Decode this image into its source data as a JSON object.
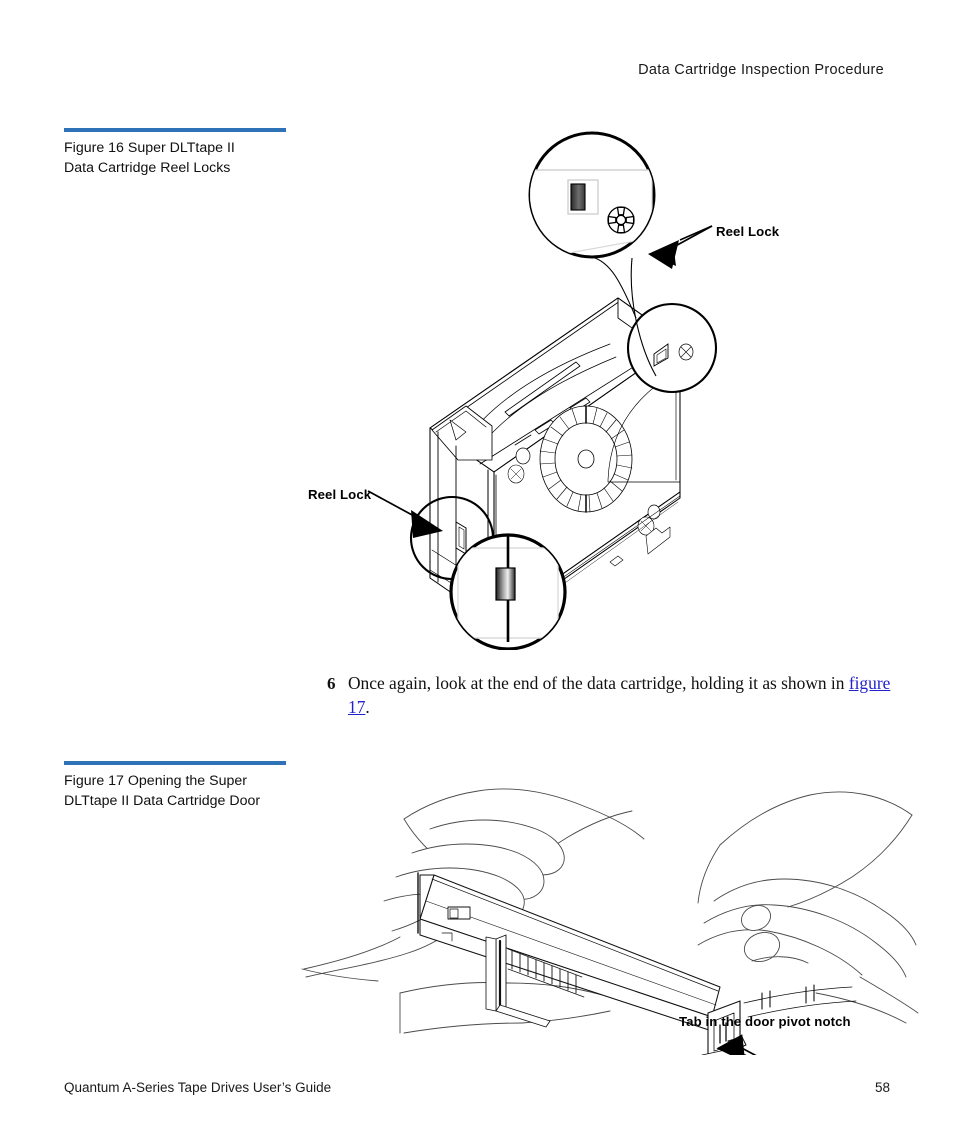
{
  "header": {
    "running_head": "Data Cartridge Inspection Procedure"
  },
  "figures": [
    {
      "id": "figure-16",
      "caption_line1": "Figure 16  Super DLTtape II",
      "caption_line2": "Data Cartridge Reel Locks",
      "rule_color": "#2f72b8",
      "callouts": [
        {
          "name": "reel-lock-top",
          "label": "Reel Lock"
        },
        {
          "name": "reel-lock-bottom",
          "label": "Reel Lock"
        }
      ],
      "artwork": "isometric line drawing of a Super DLTtape II data cartridge with two magnifier circles showing the reel lock positions"
    },
    {
      "id": "figure-17",
      "caption_line1": "Figure 17  Opening the Super",
      "caption_line2": "DLTtape II Data Cartridge Door",
      "rule_color": "#2f72b8",
      "callouts": [
        {
          "name": "tab-door-pivot-notch",
          "label": "Tab in the door pivot notch"
        }
      ],
      "artwork": "line drawing of two hands holding a data cartridge and opening its door"
    }
  ],
  "step": {
    "number": "6",
    "text_before_link": "Once again, look at the end of the data cartridge, holding it as shown in ",
    "link_text": "figure 17",
    "text_after_link": ".",
    "link_color": "#2222cc"
  },
  "footer": {
    "document_title": "Quantum A-Series Tape Drives User’s Guide",
    "page_number": "58"
  }
}
